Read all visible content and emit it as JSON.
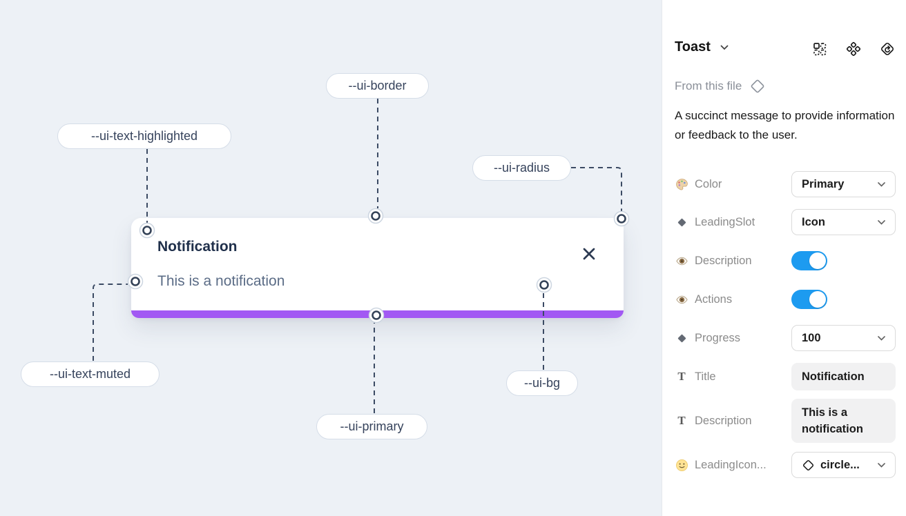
{
  "canvas": {
    "toast": {
      "title": "Notification",
      "description": "This is a notification"
    },
    "labels": [
      {
        "text": "--ui-border"
      },
      {
        "text": "--ui-text-highlighted"
      },
      {
        "text": "--ui-radius"
      },
      {
        "text": "--ui-text-muted"
      },
      {
        "text": "--ui-primary"
      },
      {
        "text": "--ui-bg"
      }
    ],
    "colors": {
      "canvas_background": "#edf1f6",
      "progress_bar": "#a259f3",
      "connector_line": "#3b4a63",
      "toast_title": "#20304b",
      "toast_muted_text": "#5b6c86"
    }
  },
  "panel": {
    "title": "Toast",
    "source": "From this file",
    "description": "A succinct message to provide information or feedback to the user.",
    "icons": {
      "header": [
        "instance-grid-icon",
        "variants-icon",
        "component-playground-icon"
      ],
      "text_glyph": "T"
    },
    "colors": {
      "toggle_on": "#1d9bf0"
    },
    "properties": [
      {
        "label": "Color",
        "type": "dropdown",
        "value": "Primary",
        "icon": "palette-icon"
      },
      {
        "label": "LeadingSlot",
        "type": "dropdown",
        "value": "Icon",
        "icon": "diamond-icon"
      },
      {
        "label": "Description",
        "type": "toggle",
        "value": true,
        "icon": "eye-icon"
      },
      {
        "label": "Actions",
        "type": "toggle",
        "value": true,
        "icon": "eye-icon"
      },
      {
        "label": "Progress",
        "type": "dropdown",
        "value": "100",
        "icon": "diamond-icon"
      },
      {
        "label": "Title",
        "type": "text",
        "value": "Notification",
        "icon": "text-icon"
      },
      {
        "label": "Description",
        "type": "text",
        "value": "This is a notification",
        "icon": "text-icon"
      },
      {
        "label": "LeadingIcon...",
        "type": "dropdown",
        "value": "circle...",
        "icon": "smiley-icon"
      }
    ]
  }
}
